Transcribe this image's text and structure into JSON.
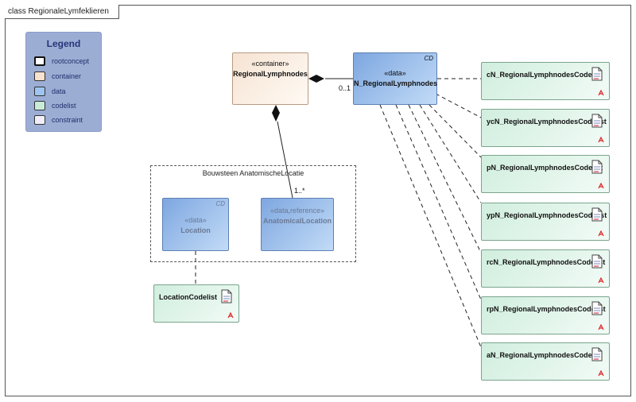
{
  "diagram": {
    "title": "class RegionaleLymfeklieren"
  },
  "legend": {
    "title": "Legend",
    "items": [
      {
        "label": "rootconcept",
        "color": "#ffffff"
      },
      {
        "label": "container",
        "color": "#f7e2cf"
      },
      {
        "label": "data",
        "color": "#9ec5f2"
      },
      {
        "label": "codelist",
        "color": "#c9ecd9"
      },
      {
        "label": "constraint",
        "color": "#efeefa"
      }
    ]
  },
  "classes": {
    "regional_lymphnodes": {
      "stereotype": "«container»",
      "name": "RegionalLymphnodes"
    },
    "n_regional_lymphnodes": {
      "stereotype": "«data»",
      "name": "N_RegionalLymphnodes",
      "tag": "CD"
    },
    "location": {
      "stereotype": "«data»",
      "name": "Location",
      "tag": "CD"
    },
    "anatomical_location": {
      "stereotype": "«data,reference»",
      "name": "AnatomicalLocation"
    }
  },
  "group": {
    "title": "Bouwsteen AnatomischeLocatie"
  },
  "multiplicities": {
    "n_end": "0..1",
    "anatomical_end": "1..*"
  },
  "codelists": {
    "location": "LocationCodelist",
    "items": [
      "cN_RegionalLymphnodesCodelist",
      "ycN_RegionalLymphnodesCodelist",
      "pN_RegionalLymphnodesCodelist",
      "ypN_RegionalLymphnodesCodelist",
      "rcN_RegionalLymphnodesCodelist",
      "rpN_RegionalLymphnodesCodelist",
      "aN_RegionalLymphnodesCodelist"
    ]
  }
}
